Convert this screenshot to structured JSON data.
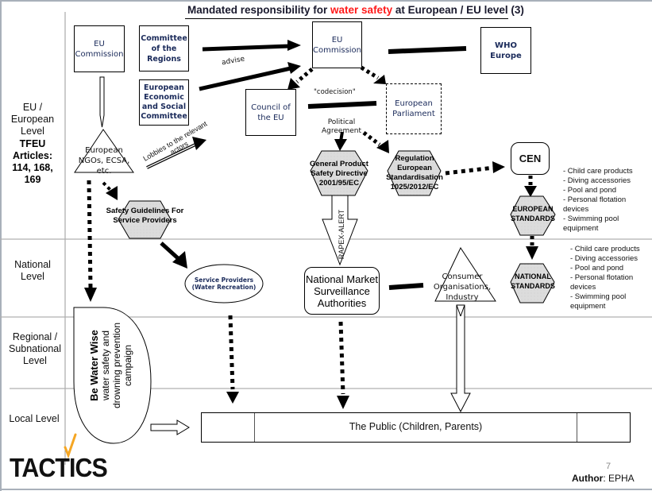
{
  "title": {
    "prefix": "Mandated responsibility  for ",
    "highlight": "water safety",
    "suffix": " at European / EU level (3)",
    "highlight_color": "#ff1a1a"
  },
  "lanes": {
    "eu": "EU / European Level",
    "tfeu": "TFEU Articles: 114, 168, 169",
    "national": "National Level",
    "regional": "Regional / Subnational Level",
    "local": "Local Level"
  },
  "nodes": {
    "eu_commission_left": "EU Commission",
    "committee_regions": "Committee of the Regions",
    "eesc": "European Economic and Social Committee",
    "eu_commission_center": "EU Commission",
    "who_europe": "WHO Europe",
    "council_eu": "Council of the EU",
    "european_parliament": "European Parliament",
    "european_ngos": "European NGOs, ECSA, etc.",
    "safety_guidelines": "Safety Guidelines For Service Providers",
    "gpsd": "General Product Safety Directive 2001/95/EC",
    "regulation_standardisation": "Regulation European Standardisation 1025/2012/EC",
    "cen": "CEN",
    "european_standards": "EUROPEAN STANDARDS",
    "national_standards": "NATIONAL STANDARDS",
    "service_providers": "Service Providers (Water Recreation)",
    "msa": "National Market Surveillance Authorities",
    "consumer_orgs": "Consumer Organisations, Industry",
    "be_water_wise_title": "Be Water Wise",
    "be_water_wise_desc": "water safety and drowning prevention campaign",
    "public": "The Public (Children, Parents)"
  },
  "edge_labels": {
    "advise": "advise",
    "codecision": "\"codecision\"",
    "political_agreement": "Political Agreement",
    "lobbies": "Lobbies to the relevant actors",
    "rapex": "RAPEX-ALERT"
  },
  "european_standards_list": [
    "- Child care products",
    "- Diving accessories",
    "- Pool and pond",
    "- Personal flotation",
    "devices",
    "- Swimming pool",
    "equipment"
  ],
  "national_standards_list": [
    "- Child care products",
    "- Diving accessories",
    "- Pool and pond",
    "- Personal flotation",
    "devices",
    "- Swimming pool",
    "equipment"
  ],
  "footer": {
    "logo": "TACTICS",
    "logo_check_color": "#f5a623",
    "page_number": "7",
    "author_label": "Author",
    "author_value": ": EPHA"
  }
}
